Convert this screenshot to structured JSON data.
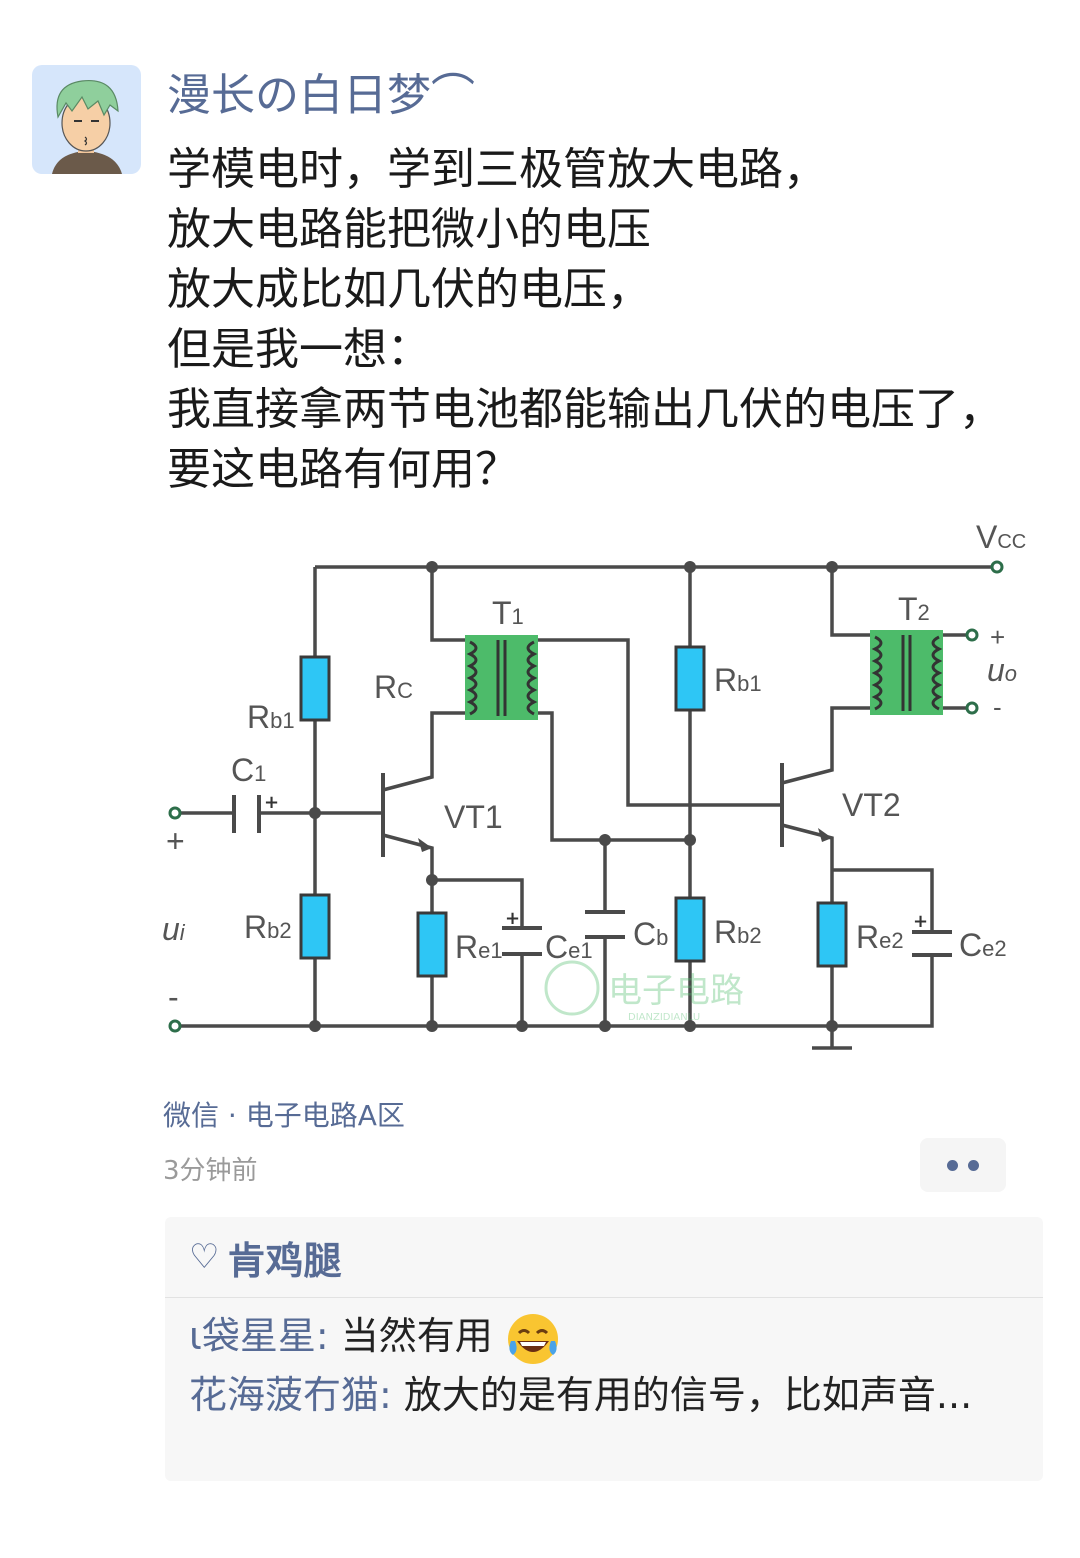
{
  "post": {
    "username": "漫长の白日梦⌒",
    "text_lines": [
      "学模电时，学到三极管放大电路，",
      "放大电路能把微小的电压",
      "放大成比如几伏的电压，",
      "但是我一想：",
      "我直接拿两节电池都能输出几伏的电压了，",
      "要这电路有何用？"
    ],
    "source": "微信 · 电子电路A区",
    "time": "3分钟前"
  },
  "circuit": {
    "vcc": {
      "main": "V",
      "sub": "CC"
    },
    "t1": {
      "main": "T",
      "sub": "1"
    },
    "t2": {
      "main": "T",
      "sub": "2"
    },
    "rc": {
      "main": "R",
      "sub": "C"
    },
    "rb1_left": {
      "main": "R",
      "sub": "b1"
    },
    "c1": {
      "main": "C",
      "sub": "1"
    },
    "plus_in": "+",
    "minus_in": "-",
    "ui": {
      "main": "u",
      "sub": "i"
    },
    "rb2_left": {
      "main": "R",
      "sub": "b2"
    },
    "vt1": "VT1",
    "re1": {
      "main": "R",
      "sub": "e1"
    },
    "ce1": {
      "main": "C",
      "sub": "e1"
    },
    "cb": {
      "main": "C",
      "sub": "b"
    },
    "rb1_right": {
      "main": "R",
      "sub": "b1"
    },
    "rb2_right": {
      "main": "R",
      "sub": "b2"
    },
    "vt2": "VT2",
    "re2": {
      "main": "R",
      "sub": "e2"
    },
    "ce2": {
      "main": "C",
      "sub": "e2"
    },
    "plus_out": "+",
    "uo": {
      "main": "u",
      "sub": "o"
    },
    "minus_out": "-",
    "watermark": "电子电路",
    "watermark_sub": "DIANZIDIANLU",
    "colors": {
      "wire": "#4a4a4a",
      "resistor": "#2ec6f5",
      "transformer": "#4dbb6a"
    }
  },
  "social": {
    "likes": "肯鸡腿",
    "comments": [
      {
        "author": "ι袋星星",
        "text": "当然有用"
      },
      {
        "author": "花海菠冇猫",
        "text": "放大的是有用的信号，比如声音..."
      }
    ]
  },
  "colors": {
    "link": "#576b95",
    "bg_panel": "#f7f7f7"
  }
}
